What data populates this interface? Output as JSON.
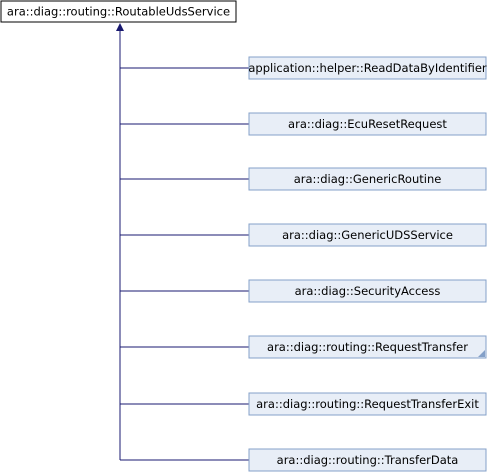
{
  "diagram": {
    "base": {
      "label": "ara::diag::routing::RoutableUdsService"
    },
    "derived": [
      {
        "label": "application::helper::ReadDataByIdentifier",
        "has_more_marker": false
      },
      {
        "label": "ara::diag::EcuResetRequest",
        "has_more_marker": false
      },
      {
        "label": "ara::diag::GenericRoutine",
        "has_more_marker": false
      },
      {
        "label": "ara::diag::GenericUDSService",
        "has_more_marker": false
      },
      {
        "label": "ara::diag::SecurityAccess",
        "has_more_marker": false
      },
      {
        "label": "ara::diag::routing::RequestTransfer",
        "has_more_marker": true
      },
      {
        "label": "ara::diag::routing::RequestTransferExit",
        "has_more_marker": false
      },
      {
        "label": "ara::diag::routing::TransferData",
        "has_more_marker": false
      }
    ]
  },
  "colors": {
    "base_fill": "#ffffff",
    "base_stroke": "#000000",
    "derived_fill": "#e8eef7",
    "derived_stroke": "#84a0c8",
    "edge": "#191970"
  }
}
